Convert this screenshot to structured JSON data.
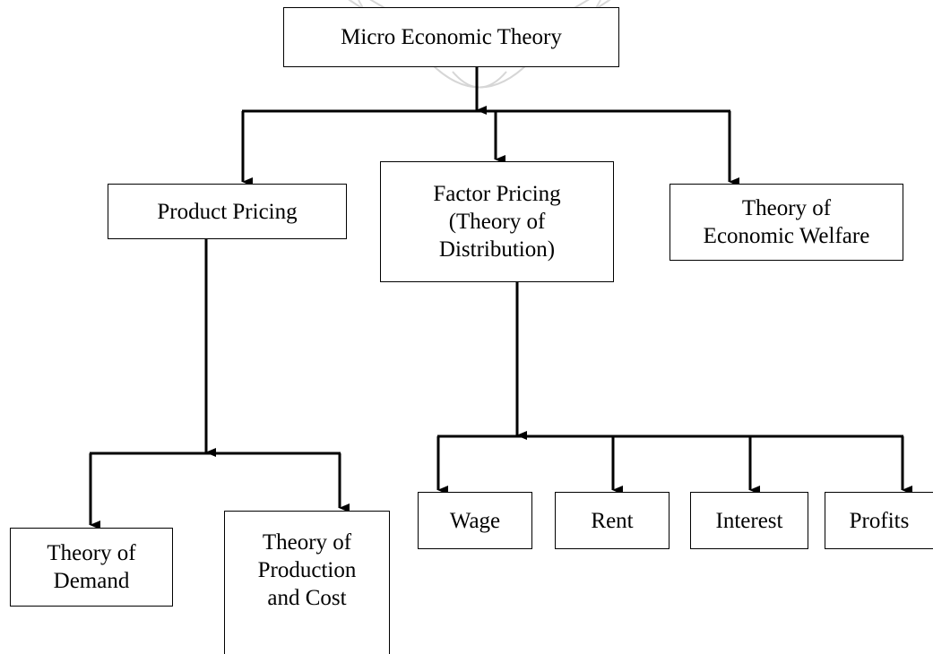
{
  "root": "Micro Economic Theory",
  "branches": {
    "product_pricing": "Product Pricing",
    "factor_pricing": "Factor Pricing\n(Theory of\nDistribution)",
    "economic_welfare": "Theory of\nEconomic Welfare"
  },
  "product_children": {
    "demand": "Theory of\nDemand",
    "production": "Theory of\nProduction\nand Cost"
  },
  "factor_children": {
    "wage": "Wage",
    "rent": "Rent",
    "interest": "Interest",
    "profits": "Profits"
  }
}
